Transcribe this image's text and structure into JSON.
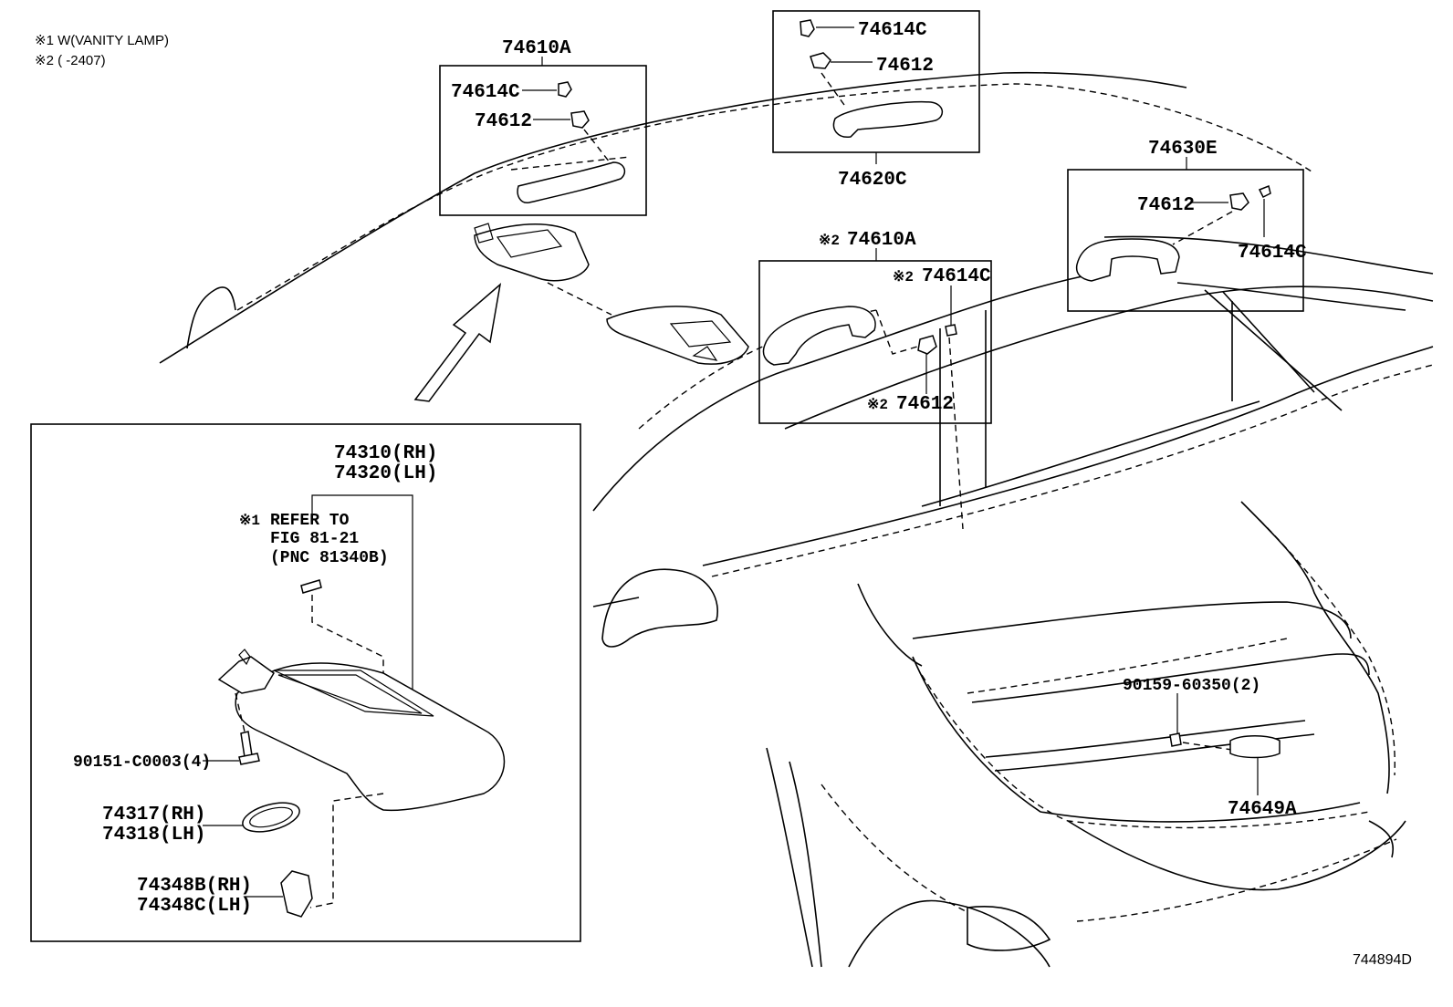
{
  "notes": {
    "note1": "※1 W(VANITY LAMP)",
    "note2": "※2 (      -2407)"
  },
  "labels": {
    "grip_front_group": "74610A",
    "grip_front_cap": "74614C",
    "grip_front_cover": "74612",
    "grip_mid_cap": "74614C",
    "grip_mid_cover": "74612",
    "grip_mid_group": "74620C",
    "grip_rear_group": "74630E",
    "grip_rear_cover": "74612",
    "grip_rear_cap": "74614C",
    "grip_alt_mark": "※2",
    "grip_alt_group": "74610A",
    "grip_alt_cap_mark": "※2",
    "grip_alt_cap": "74614C",
    "grip_alt_cover_mark": "※2",
    "grip_alt_cover": "74612",
    "visor_rh": "74310(RH)",
    "visor_lh": "74320(LH)",
    "refer_mark": "※1",
    "refer_line1": "REFER TO",
    "refer_line2": "FIG 81-21",
    "refer_line3": "(PNC 81340B)",
    "screw": "90151-C0003(4)",
    "holder_rh": "74317(RH)",
    "holder_lh": "74318(LH)",
    "bracket_rh": "74348B(RH)",
    "bracket_lh": "74348C(LH)",
    "rear_screw": "90159-60350(2)",
    "rear_handle": "74649A",
    "figure_id": "744894D"
  }
}
